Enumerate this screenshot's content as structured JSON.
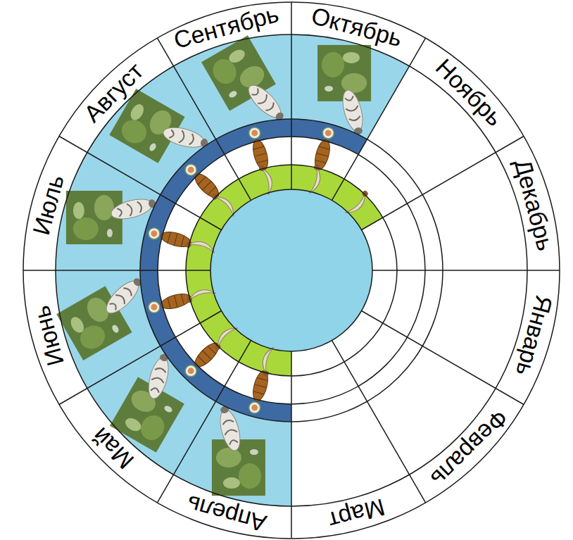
{
  "diagram": {
    "labels": [
      "Январь",
      "Февраль",
      "Март",
      "Апрель",
      "Май",
      "Июнь",
      "Июль",
      "Август",
      "Сентябрь",
      "Октябрь",
      "Ноябрь",
      "Декабрь"
    ]
  }
}
